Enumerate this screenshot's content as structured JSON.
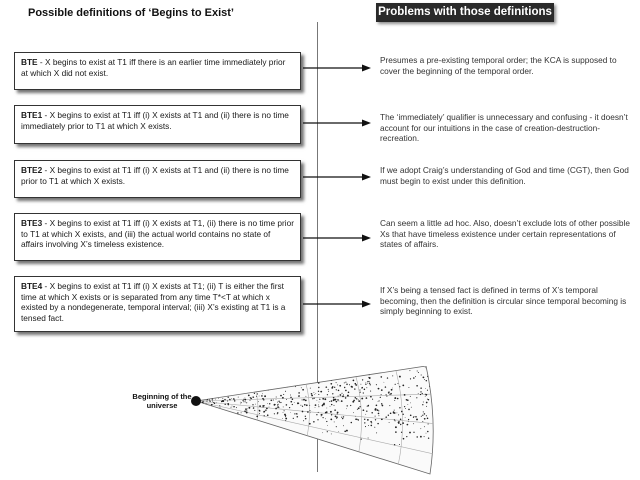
{
  "left_title": "Possible definitions of ‘Begins to Exist’",
  "right_title": "Problems with those definitions",
  "definitions": [
    {
      "code": "BTE",
      "text": " -  X begins to exist at T1 iff there is an earlier time immediately prior at which X did not exist."
    },
    {
      "code": "BTE1",
      "text": " - X begins to exist at T1 iff (i) X exists at T1 and (ii) there is no time immediately prior to T1 at which X exists."
    },
    {
      "code": "BTE2",
      "text": " - X begins to exist at T1 iff (i) X exists at T1 and (ii) there is no time prior to T1 at which X exists."
    },
    {
      "code": "BTE3",
      "text": " - X begins to exist at T1 iff (i) X exists at T1, (ii) there is no time prior to T1 at which X exists, and (iii) the actual world contains no state of affairs involving X’s timeless existence."
    },
    {
      "code": "BTE4",
      "text": " - X begins to exist at T1 iff (i) X exists at T1; (ii) T is either the first time at which X exists or is separated from any time T*<T at which x existed by a nondegenerate, temporal interval; (iii) X’s existing at T1 is a tensed fact."
    }
  ],
  "problems": [
    "Presumes a pre-existing temporal order; the KCA is supposed to cover the beginning of the temporal order.",
    "The ‘immediately’ qualifier is unnecessary and confusing - it doesn’t account for our intuitions in the case of creation-destruction-recreation.",
    "If we adopt Craig’s understanding of God and time (CGT), then God must begin to exist under this definition.",
    "Can seem a little ad hoc. Also, doesn’t exclude lots of other possible Xs that have timeless existence under certain representations of states of affairs.",
    "If X’s being a tensed fact is defined in terms of X’s temporal becoming, then the definition is circular since temporal becoming is simply beginning to exist."
  ],
  "universe_label": "Beginning of the universe"
}
